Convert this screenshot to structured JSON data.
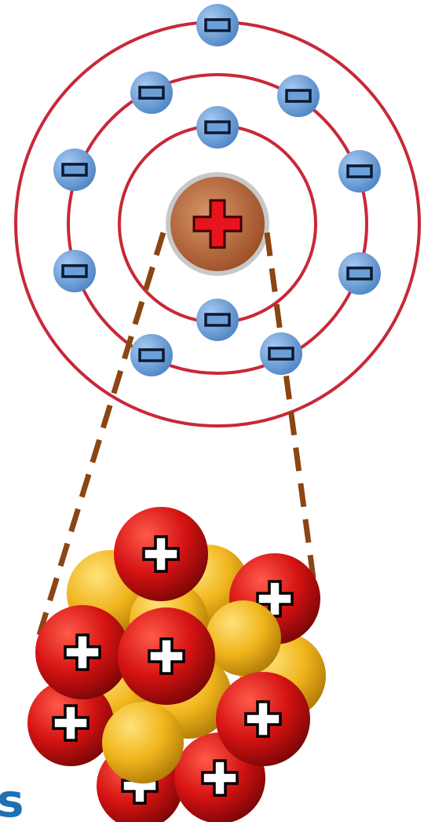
{
  "colors": {
    "orbit": "#c8283a",
    "electron_fill": "#6b9fd8",
    "electron_minus": "#1e3f7a",
    "nucleus_core": "#b5683a",
    "nucleus_ring": "#c8c8c8",
    "nucleus_plus": "#e8141b",
    "connector": "#8b4513",
    "proton": "#d41212",
    "neutron": "#f0b51c",
    "proton_plus": "#ffffff"
  },
  "icons": {
    "electron": "minus-sign",
    "nucleus": "plus-sign",
    "proton": "plus-sign",
    "neutron": "plain-sphere"
  },
  "labels": {
    "corner_text": "s"
  }
}
